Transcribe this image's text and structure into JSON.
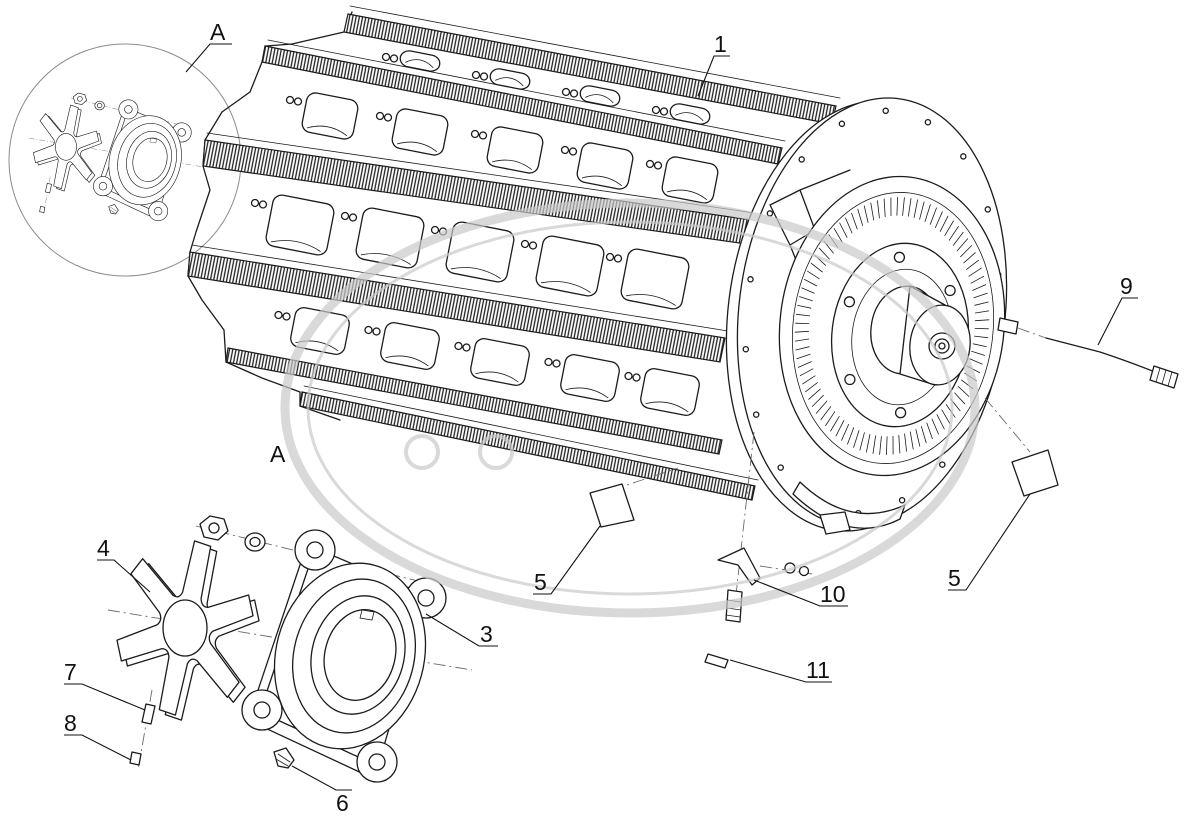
{
  "callouts": {
    "detail_a_top": "A",
    "detail_a_bottom": "A",
    "part_1": "1",
    "part_3": "3",
    "part_4": "4",
    "part_5_left": "5",
    "part_5_right": "5",
    "part_6": "6",
    "part_7": "7",
    "part_8": "8",
    "part_9": "9",
    "part_10": "10",
    "part_11": "11"
  },
  "colors": {
    "line": "#1b1b1b",
    "watermark": "#c9c9c9"
  }
}
